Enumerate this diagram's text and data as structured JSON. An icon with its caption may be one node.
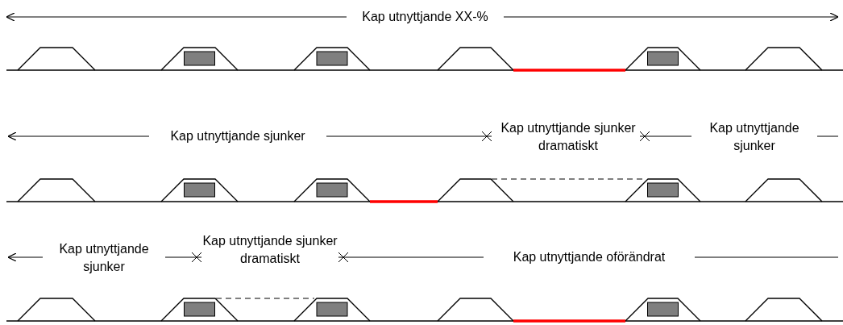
{
  "diagram": {
    "labels": [
      "Kap utnyttjande XX-%",
      "Kap utnyttjande sjunker",
      "Kap utnyttjande sjunker dramatiskt",
      "Kap utnyttjande sjunker",
      "Kap utnyttjande sjunker",
      "Kap utnyttjande sjunker dramatiskt",
      "Kap utnyttjande oförändrat"
    ]
  }
}
